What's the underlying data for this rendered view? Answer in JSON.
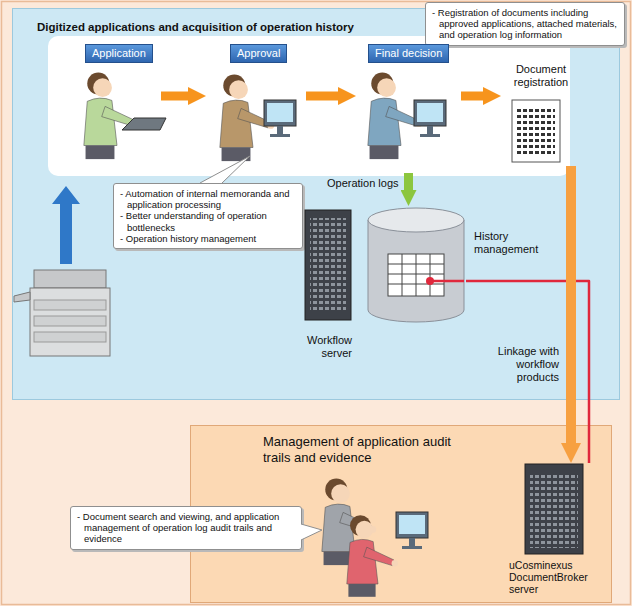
{
  "diagram": {
    "nodes": [
      {
        "text": [
          "Digitized applications and acquisition of operation history"
        ]
      },
      {
        "text": [
          "Application"
        ],
        "in": 0
      },
      {
        "text": [
          "Approval"
        ],
        "in": 0
      },
      {
        "text": [
          "Final decision"
        ],
        "in": 0
      },
      {
        "text": [
          "Document registration"
        ],
        "in": 0
      },
      {
        "text": [
          "- Registration of documents including approved applications, attached materials, and operation log information"
        ]
      },
      {
        "text": [
          "- Automation of internal memoranda and application processing",
          "- Better understanding of operation bottlenecks",
          "- Operation history management"
        ],
        "in": 0
      },
      {
        "text": [
          "Workflow server"
        ],
        "in": 0
      },
      {
        "text": [
          "History management"
        ],
        "in": 0
      },
      {
        "text": [
          "Management of application audit trails and evidence"
        ]
      },
      {
        "text": [
          "- Document search and viewing, and application management of operation log audit trails and evidence"
        ]
      },
      {
        "text": [
          "uCosminexus DocumentBroker server"
        ],
        "in": 9
      }
    ],
    "edges": [
      {
        "from": 1,
        "to": 2,
        "arrow": "to"
      },
      {
        "from": 2,
        "to": 3,
        "arrow": "to"
      },
      {
        "from": 3,
        "to": 4,
        "arrow": "to"
      },
      {
        "from": 3,
        "to": 8,
        "arrow": "to",
        "label": "Operation logs"
      },
      {
        "from": 8,
        "to": 11,
        "arrow": "none"
      },
      {
        "from": 4,
        "to": 11,
        "arrow": "to",
        "label": "Linkage with workflow products"
      }
    ]
  }
}
